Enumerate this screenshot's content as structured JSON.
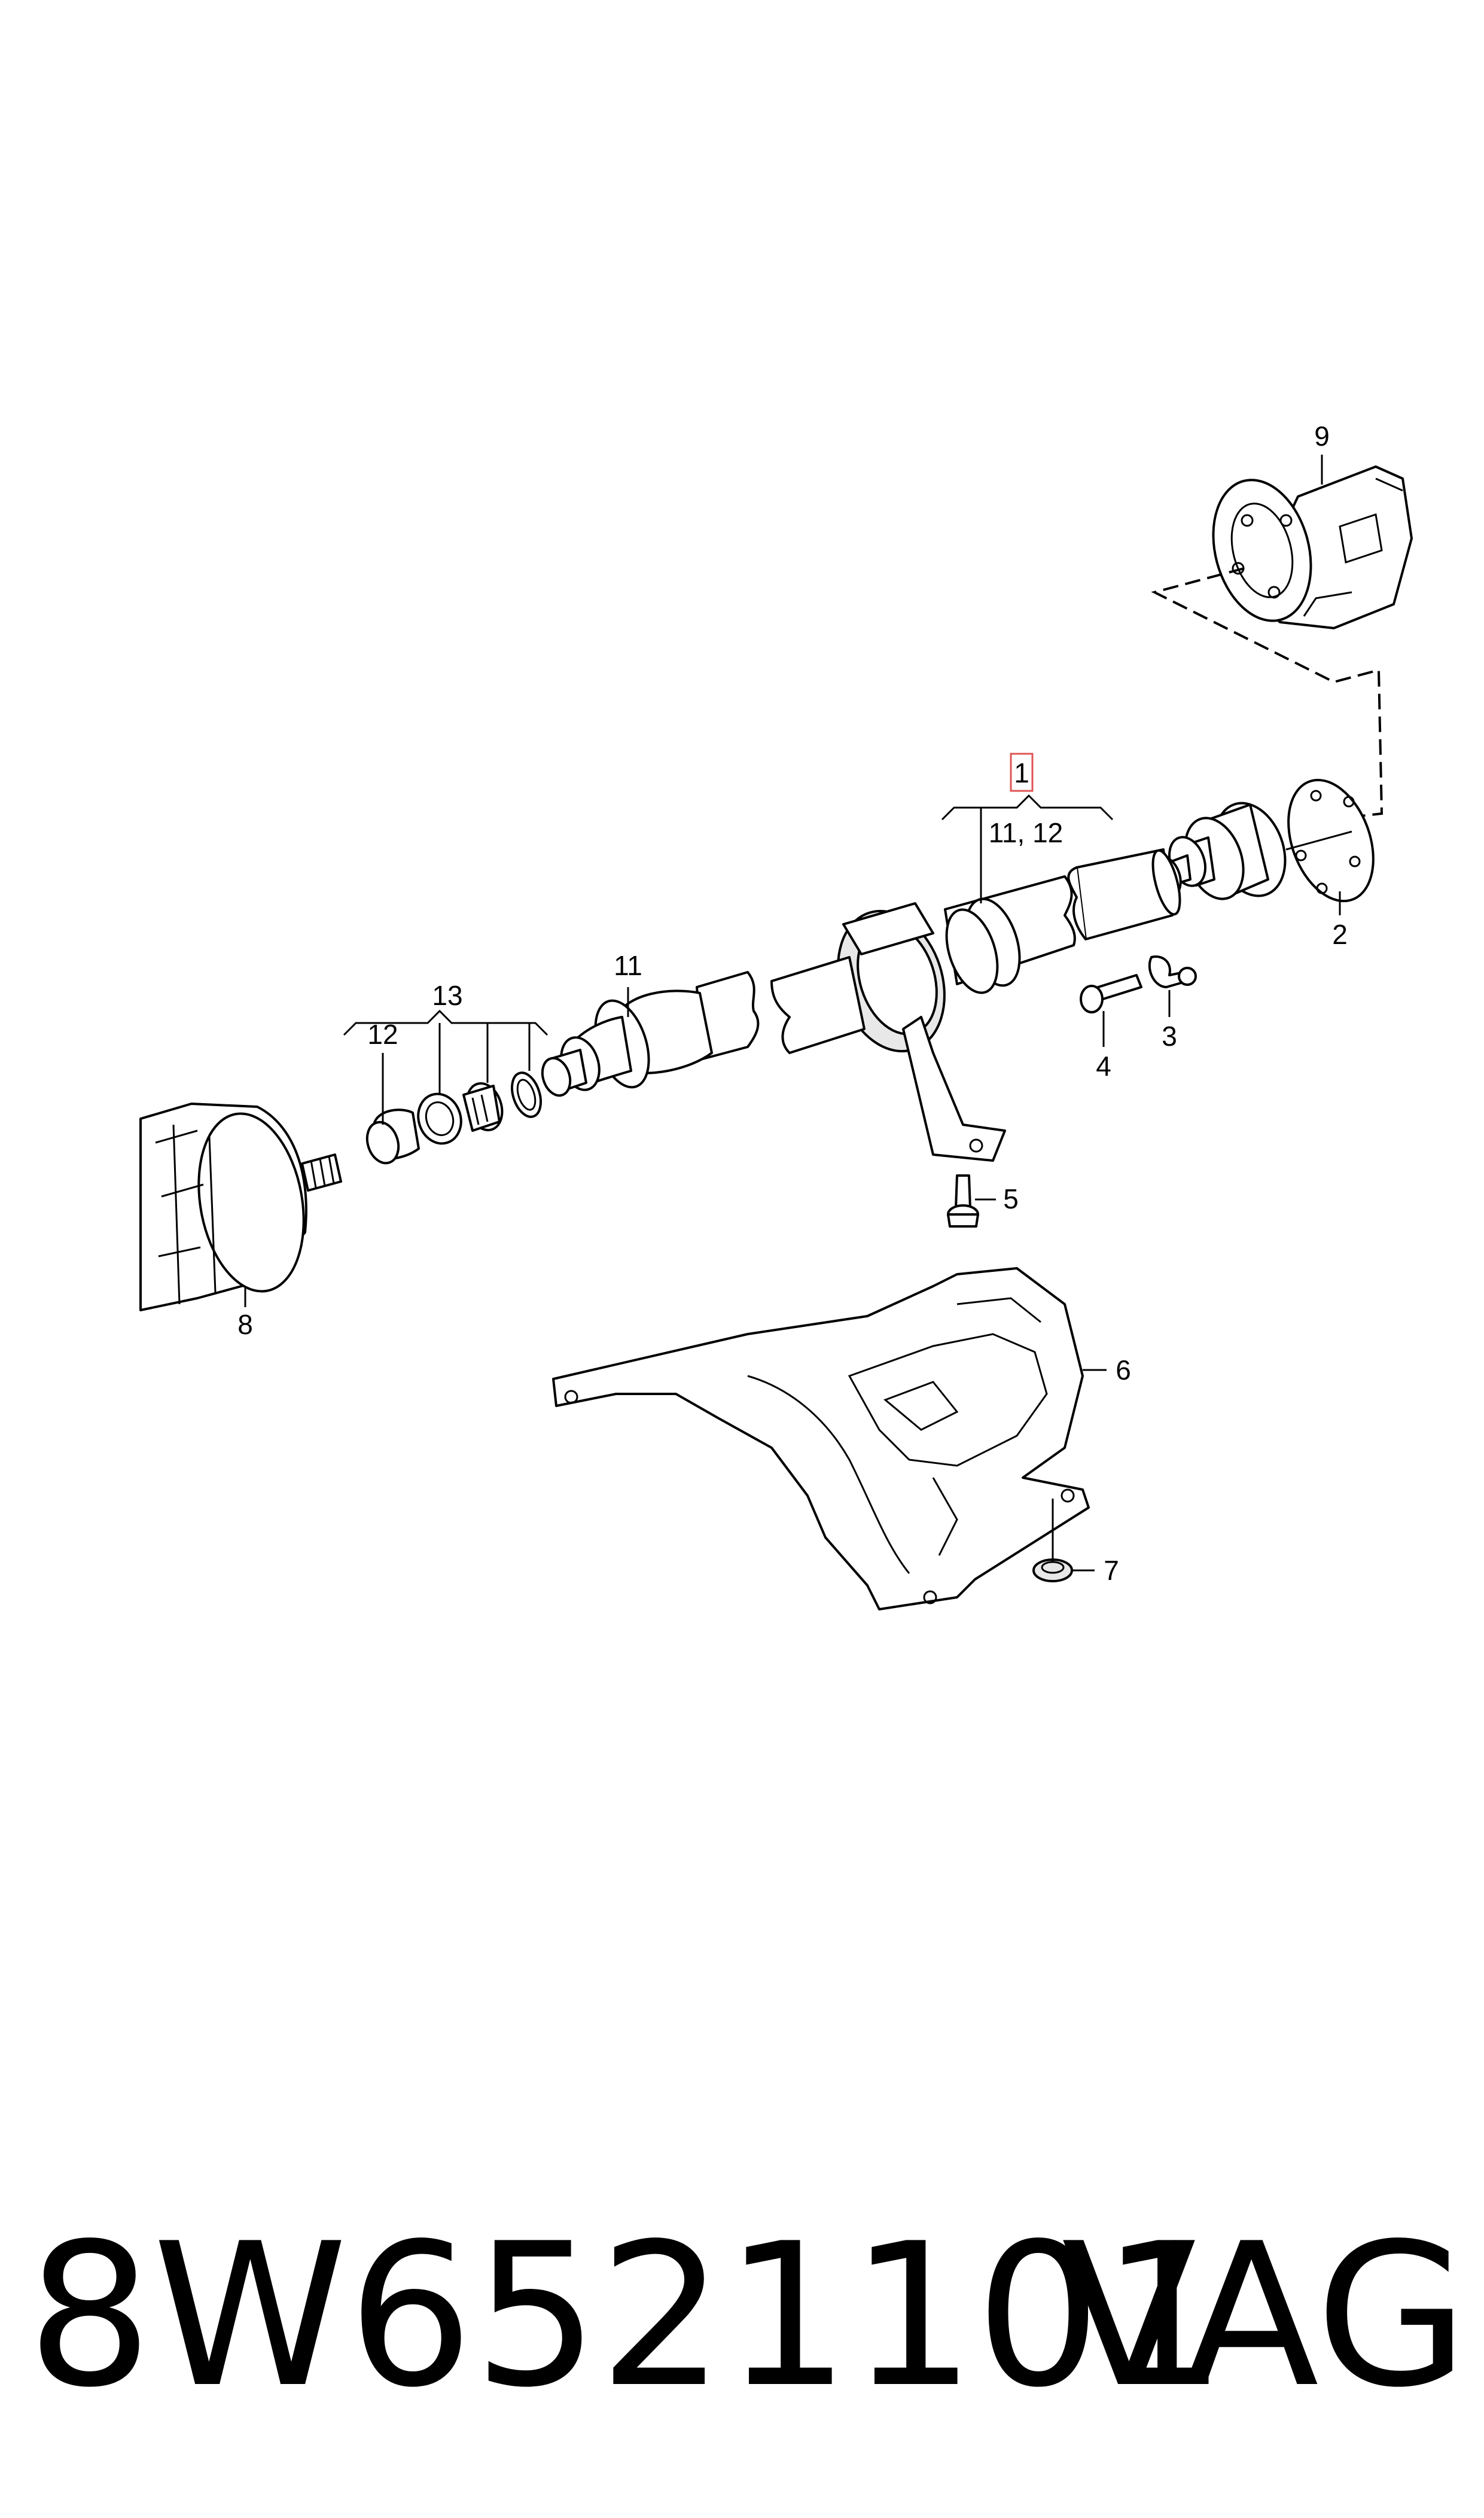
{
  "callouts": {
    "c1": "1",
    "c2": "2",
    "c3": "3",
    "c4": "4",
    "c5": "5",
    "c6": "6",
    "c7": "7",
    "c8": "8",
    "c9": "9",
    "c11": "11",
    "c11_12": "11, 12",
    "c12": "12",
    "c13": "13"
  },
  "footer": {
    "part_number": "8W6521101",
    "brand": "VAG"
  },
  "colors": {
    "line": "#000000",
    "highlight": "#e05555",
    "background": "#ffffff"
  }
}
